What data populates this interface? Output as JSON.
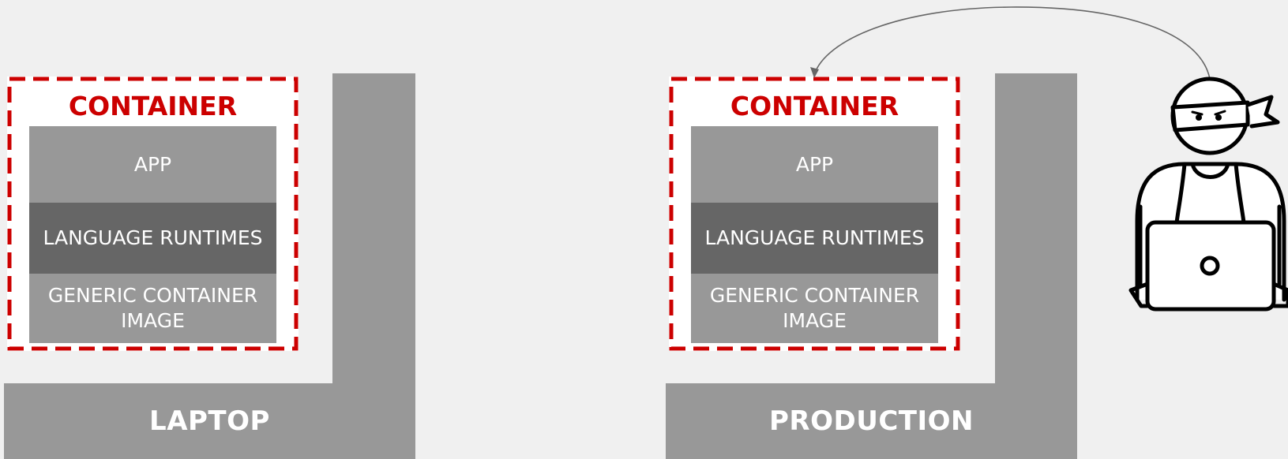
{
  "environments": [
    {
      "label": "LAPTOP",
      "container": {
        "title": "CONTAINER",
        "layers": [
          "APP",
          "LANGUAGE RUNTIMES",
          "GENERIC CONTAINER IMAGE"
        ]
      }
    },
    {
      "label": "PRODUCTION",
      "container": {
        "title": "CONTAINER",
        "layers": [
          "APP",
          "LANGUAGE RUNTIMES",
          "GENERIC CONTAINER IMAGE"
        ]
      }
    }
  ],
  "colors": {
    "background": "#f0f0f0",
    "environment": "#989898",
    "container_border": "#cc0000",
    "runtime_layer": "#666666"
  },
  "icons": [
    "developer-ninja-icon",
    "deploy-arrow-icon"
  ]
}
